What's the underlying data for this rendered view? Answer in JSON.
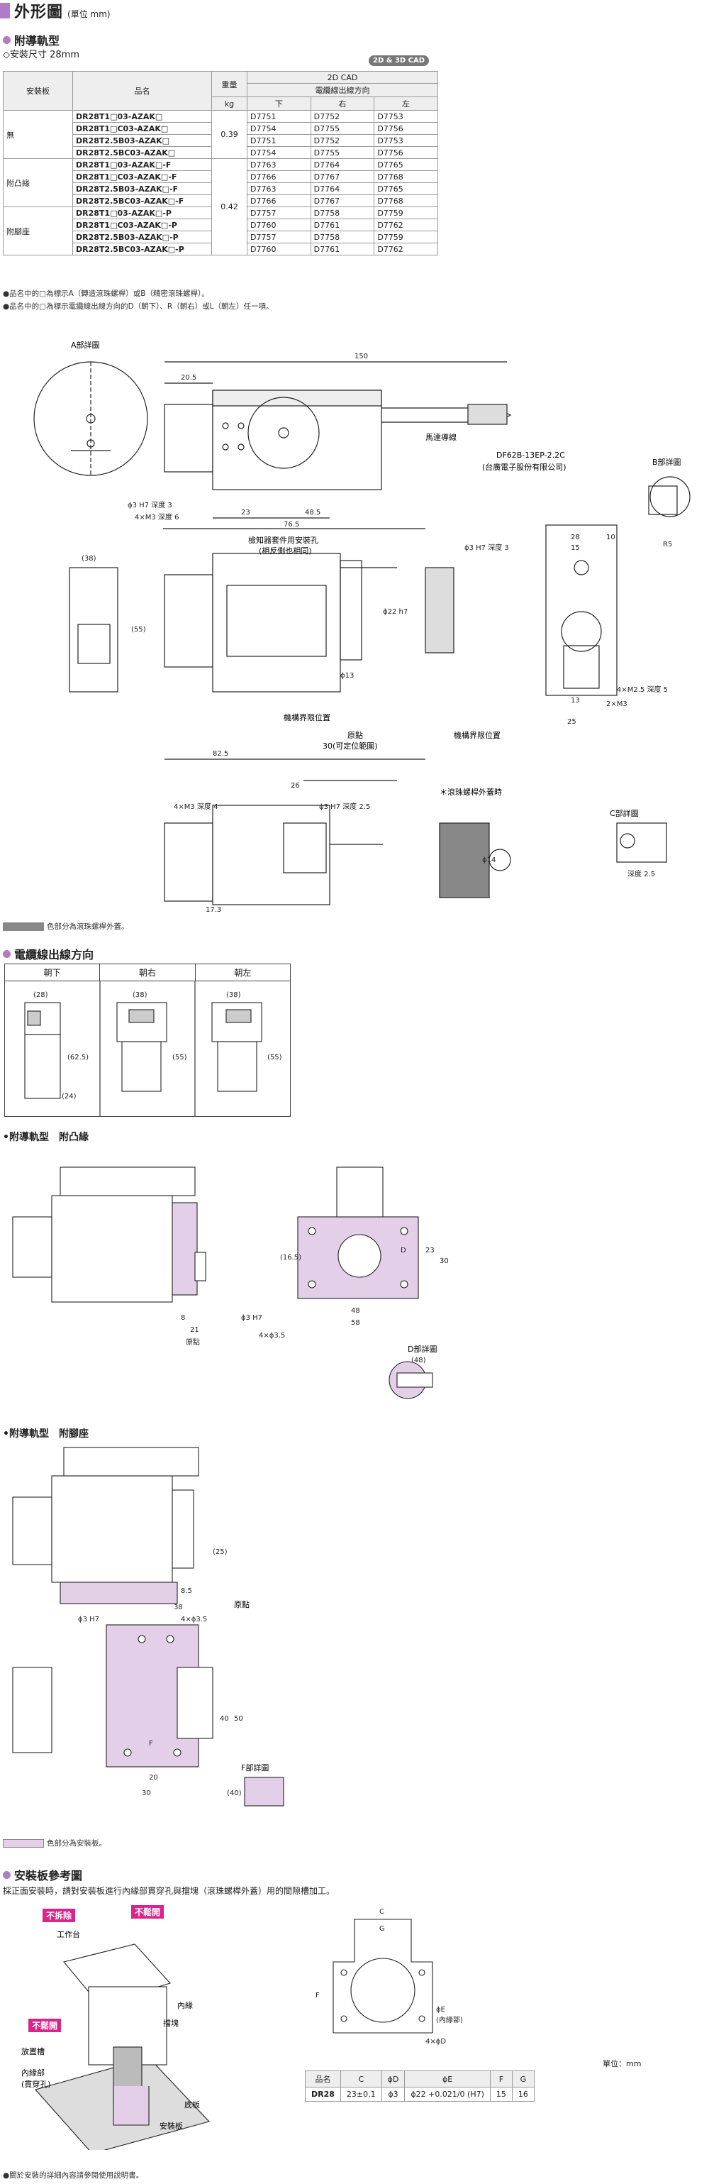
{
  "header": {
    "title": "外形圖",
    "unit": "(單位 mm)"
  },
  "section_guide": {
    "title": "附導軌型",
    "install_size": "◇安裝尺寸 28mm",
    "cad_badge": "2D & 3D CAD"
  },
  "spec_table": {
    "h_mount": "安裝板",
    "h_product": "品名",
    "h_weight": "重量",
    "h_weight_unit": "kg",
    "h_cad": "2D CAD",
    "h_cable_dir": "電纜線出線方向",
    "h_dir": [
      "下",
      "右",
      "左"
    ],
    "groups": [
      {
        "mount": "無",
        "weight": "0.39",
        "rows": [
          [
            "DR28T1□03-AZAK□",
            "D7751",
            "D7752",
            "D7753"
          ],
          [
            "DR28T1□C03-AZAK□",
            "D7754",
            "D7755",
            "D7756"
          ],
          [
            "DR28T2.5B03-AZAK□",
            "D7751",
            "D7752",
            "D7753"
          ],
          [
            "DR28T2.5BC03-AZAK□",
            "D7754",
            "D7755",
            "D7756"
          ]
        ]
      },
      {
        "mount": "附凸緣",
        "weight": "0.42",
        "rows": [
          [
            "DR28T1□03-AZAK□-F",
            "D7763",
            "D7764",
            "D7765"
          ],
          [
            "DR28T1□C03-AZAK□-F",
            "D7766",
            "D7767",
            "D7768"
          ],
          [
            "DR28T2.5B03-AZAK□-F",
            "D7763",
            "D7764",
            "D7765"
          ],
          [
            "DR28T2.5BC03-AZAK□-F",
            "D7766",
            "D7767",
            "D7768"
          ]
        ]
      },
      {
        "mount": "附腳座",
        "weight": "",
        "rows": [
          [
            "DR28T1□03-AZAK□-P",
            "D7757",
            "D7758",
            "D7759"
          ],
          [
            "DR28T1□C03-AZAK□-P",
            "D7760",
            "D7761",
            "D7762"
          ],
          [
            "DR28T2.5B03-AZAK□-P",
            "D7757",
            "D7758",
            "D7759"
          ],
          [
            "DR28T2.5BC03-AZAK□-P",
            "D7760",
            "D7761",
            "D7762"
          ]
        ]
      }
    ]
  },
  "notes": [
    "●品名中的□為標示A（轉造滾珠螺桿）或B（精密滾珠螺桿）。",
    "●品名中的□為標示電纜線出線方向的D（朝下）、R（朝右）或L（朝左）任一項。"
  ],
  "drawing_main": {
    "detail_a": "A部詳圖",
    "detail_b": "B部詳圖",
    "detail_c": "C部詳圖",
    "motor_cable": "馬達導線",
    "connector": "DF62B-13EP-2.2C",
    "connector_maker": "(台廣電子股份有限公司)",
    "sensor_holes": "檢知器套件用安裝孔",
    "sensor_holes_note": "(相反側也相同)",
    "limit1": "機構界限位置",
    "limit2": "機構界限位置",
    "origin": "原點",
    "movable": "30(可定位範圍)",
    "ball_screw_cover": "＊滾珠螺桿外蓋時",
    "d_150": "150",
    "d_20_5": "20.5",
    "d_48_5": "48.5",
    "d_76_5": "76.5",
    "d_23": "23",
    "d_82_5": "82.5",
    "d_38": "(38)",
    "d_55": "(55)",
    "d_28": "28",
    "d_10": "10",
    "d_15": "15",
    "d_25": "25",
    "d_13": "13",
    "d_26": "26",
    "d_17_3": "17.3",
    "h_3h7": "ϕ3 H7 深度 3",
    "h_4m3": "4×M3 深度 6",
    "h_4m3b": "4×M3 深度 4",
    "h_3h7b": "ϕ3 H7 深度 2.5",
    "h_4m25": "4×M2.5 深度 5",
    "h_2m3": "2×M3",
    "h_r5": "R5",
    "h_14": "ϕ14",
    "h_22h7": "ϕ22 h7",
    "h_13": "ϕ13",
    "depth_25": "深度 2.5"
  },
  "legend_cover": "色部分為滾珠螺桿外蓋。",
  "section_cable": {
    "title": "電纜線出線方向",
    "cols": [
      "朝下",
      "朝右",
      "朝左"
    ],
    "dims": [
      "(28)",
      "(38)",
      "(38)",
      "(62.5)",
      "(24)",
      "(55)",
      "(55)"
    ]
  },
  "section_flange": {
    "title": "•附導軌型　附凸緣",
    "detail": "D部詳圖",
    "d_8": "8",
    "d_21": "21",
    "d_origin": "原點",
    "d_48": "48",
    "d_58": "58",
    "d_23": "23",
    "d_30": "30",
    "d_48b": "(48)",
    "d_16_5": "(16.5)",
    "h_3h7": "ϕ3 H7",
    "h_4x35": "4×ϕ3.5",
    "d_label": "D"
  },
  "section_foot": {
    "title": "•附導軌型　附腳座",
    "detail": "F部詳圖",
    "origin": "原點",
    "d_38": "38",
    "d_4x35": "4×ϕ3.5",
    "h_3h7": "ϕ3 H7",
    "d_40": "40",
    "d_50": "50",
    "d_20": "20",
    "d_30": "30",
    "d_25": "(25)",
    "d_85": "8.5",
    "d_40b": "(40)",
    "d_label": "F"
  },
  "legend_plate": "色部分為安裝板。",
  "section_ref": {
    "title": "安裝板參考圖",
    "desc": "採正面安裝時，請對安裝板進行內緣部貫穿孔與擋塊（滾珠螺桿外蓋）用的間隙槽加工。",
    "tag_nodetach": "不拆除",
    "tag_detach1": "不鬆開",
    "tag_detach2": "不鬆開",
    "workbench": "工作台",
    "inner": "內緣",
    "stopper": "擋塊",
    "slot": "放置槽",
    "inner_hole": "內緣部",
    "inner_hole2": "(貫穿孔)",
    "base": "底板",
    "plate": "安裝板",
    "c": "C",
    "g": "G",
    "f": "F",
    "e": "ϕE",
    "e_note": "(內緣部)",
    "d": "4×ϕD",
    "unit": "單位：mm",
    "table_head": [
      "品名",
      "C",
      "ϕD",
      "ϕE",
      "F",
      "G"
    ],
    "table_row": [
      "DR28",
      "23±0.1",
      "ϕ3",
      "ϕ22 +0.021/0 (H7)",
      "15",
      "16"
    ],
    "footnote": "●關於安裝的詳細內容請參閱使用說明書。"
  }
}
